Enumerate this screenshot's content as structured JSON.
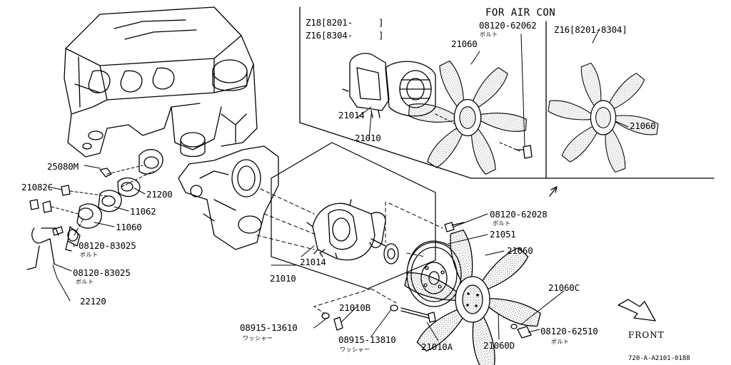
{
  "inset": {
    "z18": "Z18[8201-",
    "z18_close": "]",
    "z16": "Z16[8304-",
    "z16_close": "]",
    "for_air_con": "FOR AIR CON",
    "z16_right": "Z16[8201-8304]",
    "bolt_62062": "08120-62062",
    "bolt_62062_sub": "ボルト",
    "fan_21060_a": "21060",
    "fan_21060_b": "21060",
    "pump_21014": "21014",
    "pump_21010": "21010"
  },
  "left": {
    "p25080M": "25080M",
    "p21082C": "21082C",
    "p21200": "21200",
    "p11062": "11062",
    "p11060": "11060",
    "bolt_83025_a": "08120-83025",
    "bolt_83025_a_sub": "ボルト",
    "bolt_83025_b": "08120-83025",
    "bolt_83025_b_sub": "ボルト",
    "p22120": "22120"
  },
  "main": {
    "bolt_62028": "08120-62028",
    "bolt_62028_sub": "ボルト",
    "p21051": "21051",
    "p21060": "21060",
    "p21014": "21014",
    "p21010": "21010",
    "p21010B": "21010B",
    "washer_13610": "08915-13610",
    "washer_13610_sub": "ワッシャー",
    "washer_13810": "08915-13810",
    "washer_13810_sub": "ワッシャー",
    "p21010A": "21010A",
    "p21060D": "21060D",
    "p21060C": "21060C",
    "bolt_62510": "08120-62510",
    "bolt_62510_sub": "ボルト",
    "front": "FRONT",
    "code": "720-A-A2101-0188"
  },
  "colors": {
    "ink": "#000000",
    "paper": "#ffffff",
    "stipple": "#8a8a8a"
  }
}
